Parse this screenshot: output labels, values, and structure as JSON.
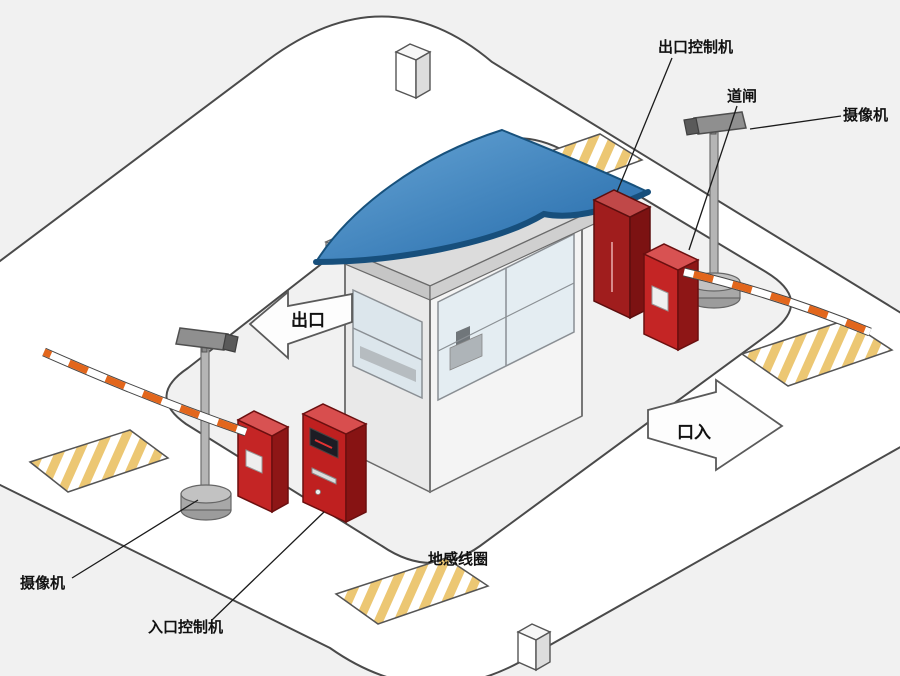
{
  "labels": {
    "exit_controller": "出口控制机",
    "barrier_gate": "道闸",
    "camera_top_right": "摄像机",
    "camera_bottom_left": "摄像机",
    "entrance_controller": "入口控制机",
    "ground_loop": "地感线圈"
  },
  "arrows": {
    "exit": "出口",
    "entrance": "口入"
  },
  "colors": {
    "background": "#f1f1f1",
    "road": "#ffffff",
    "road_outline": "#4a4a4a",
    "canopy_blue": "#2e78b5",
    "canopy_rim": "#174f7c",
    "kiosk_red": "#c42525",
    "kiosk_dark_red": "#a01d1d",
    "barrier_stripe_orange": "#e2661c",
    "ground_loop_yellow": "#ecc773",
    "pole_gray": "#b5b5b5",
    "label_text": "#111111"
  }
}
